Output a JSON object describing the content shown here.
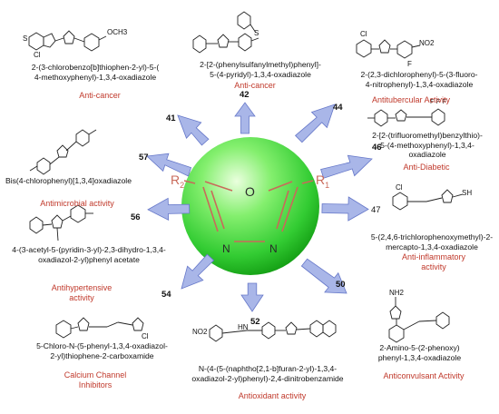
{
  "core": {
    "R2": "R",
    "R2_sub": "2",
    "R1": "R",
    "R1_sub": "1",
    "O": "O",
    "N1": "N",
    "N2": "N"
  },
  "compounds": [
    {
      "id": "c1",
      "ref": "",
      "name": "2-(3-chlorobenzo[b]thiophen-2-yl)-5-(\n4-methoxyphenyl)-1,3,4-oxadiazole",
      "activity": "Anti-cancer"
    },
    {
      "id": "c2",
      "ref": "42",
      "name": "2-[2-(phenylsulfanylmethyl)phenyl]-\n5-(4-pyridyl)-1,3,4-oxadiazole",
      "activity": "Anti-cancer"
    },
    {
      "id": "c3",
      "ref": "44",
      "name": "2-(2,3-dichlorophenyl)-5-(3-fluoro-\n4-nitrophenyl)-1,3,4-oxadiazole",
      "activity": "Antitubercular Activity"
    },
    {
      "id": "c4",
      "ref": "46",
      "name": "2-[2-(trifluoromethyl)benzylthio)-\n5-(4-methoxyphenyl)-1,3,4-\noxadiazole",
      "activity": "Anti-Diabetic"
    },
    {
      "id": "c5",
      "ref": "47",
      "name": "5-(2,4,6-trichlorophenoxymethyl)-2-\nmercapto-1,3,4-oxadiazole",
      "activity": "Anti-inflammatory\nactivity"
    },
    {
      "id": "c6",
      "ref": "50",
      "name": "2-Amino-5-(2-phenoxy)\nphenyl-1,3,4-oxadiazole",
      "activity": "Anticonvulsant Activity"
    },
    {
      "id": "c7",
      "ref": "52",
      "name": "N-(4-(5-(naphtho[2,1-b]furan-2-yl)-1,3,4-\noxadiazol-2-yl)phenyl)-2,4-dinitrobenzamide",
      "activity": "Antioxidant activity"
    },
    {
      "id": "c8",
      "ref": "54",
      "name": "5-Chloro-N-(5-phenyl-1,3,4-oxadiazol-\n2-yl)thiophene-2-carboxamide",
      "activity": "Calcium Channel\nInhibitors"
    },
    {
      "id": "c9",
      "ref": "56",
      "name": "4-(3-acetyl-5-(pyridin-3-yl)-2,3-dihydro-1,3,4-\noxadiazol-2-yl)phenyl acetate",
      "activity": "Antihypertensive\nactivity"
    },
    {
      "id": "c10",
      "ref": "57",
      "name": "Bis(4-chlorophenyl)[1,3,4]oxadiazole",
      "activity": "Antimicrobial activity"
    },
    {
      "id": "c11",
      "ref": "41",
      "name": "",
      "activity": ""
    }
  ],
  "structure_labels": {
    "ome": "OCH3",
    "cl": "Cl",
    "s": "S",
    "o": "O",
    "n": "N",
    "nn": "N–N",
    "no2": "NO2",
    "f": "F",
    "cf3": "F F F",
    "sh": "SH",
    "nh2": "NH2",
    "hn": "HN"
  },
  "colors": {
    "arrow_fill": "#a9b6e8",
    "arrow_stroke": "#6678c9",
    "sphere_light": "#eaffde",
    "sphere_mid": "#55e055",
    "sphere_dark": "#15a815",
    "ring_bond": "#c96a5a",
    "activity_red": "#c0392b"
  }
}
